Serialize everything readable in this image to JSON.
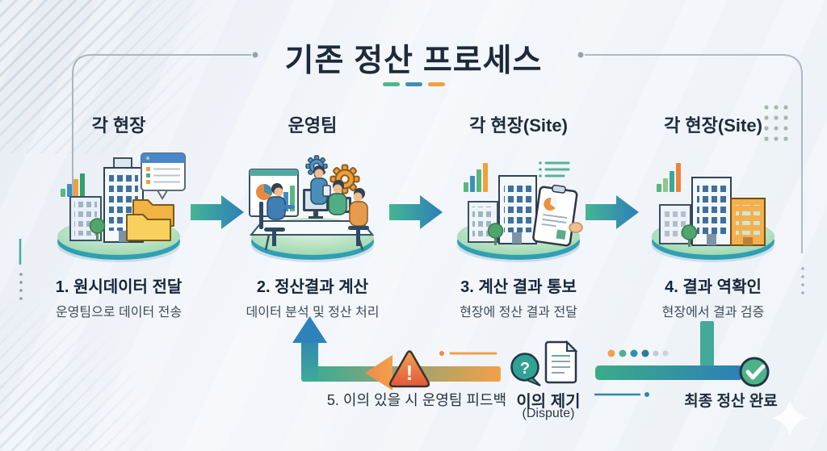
{
  "title": {
    "text": "기존 정산 프로세스"
  },
  "columns": [
    {
      "header": "각 현장",
      "step_title": "1. 원시데이터 전달",
      "step_desc": "운영팀으로 데이터 전송",
      "illustration": "buildings-folders"
    },
    {
      "header": "운영팀",
      "step_title": "2. 정산결과 계산",
      "step_desc": "데이터 분석 및 정산 처리",
      "illustration": "ops-team-working"
    },
    {
      "header": "각 현장(Site)",
      "step_title": "3. 계산 결과 통보",
      "step_desc": "현장에 정산 결과 전달",
      "illustration": "buildings-report"
    },
    {
      "header": "각 현장(Site)",
      "step_title": "4. 결과 역확인",
      "step_desc": "현장에서 결과 검증",
      "illustration": "buildings-three"
    }
  ],
  "feedback": {
    "label": "5. 이의 있을 시 운영팀 피드백",
    "dispute_title": "이의 제기",
    "dispute_subtitle": "(Dispute)",
    "complete_label": "최종 정산 완료",
    "warning_mark": "!",
    "question_mark": "?"
  },
  "icons": {
    "warning-icon": "rounded triangle with exclamation",
    "question-bubble-icon": "speech bubble with question mark",
    "document-icon": "page with folded corner",
    "check-icon": "circle with checkmark",
    "flow-arrow-icon": "right block arrow"
  },
  "colors": {
    "accent_green": "#52b788",
    "accent_teal": "#3aa89b",
    "accent_blue": "#2e82ba",
    "accent_orange": "#f0a03c",
    "warning_red": "#e2583b",
    "title_navy": "#1d2a3c"
  }
}
